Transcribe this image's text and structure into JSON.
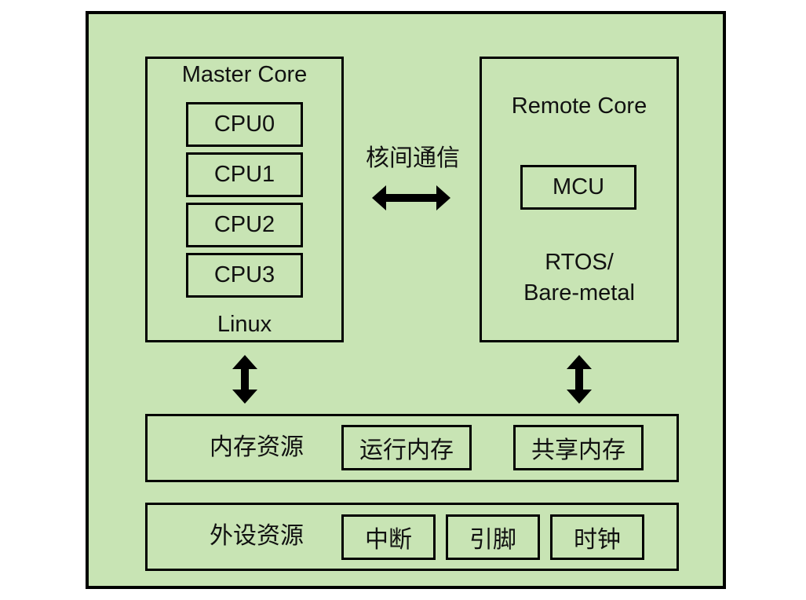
{
  "diagram": {
    "background_color": "#c8e4b4",
    "master_core": {
      "title": "Master Core",
      "cpus": [
        "CPU0",
        "CPU1",
        "CPU2",
        "CPU3"
      ],
      "os": "Linux"
    },
    "inter_core": {
      "label": "核间通信",
      "arrow": "bidirectional-horizontal"
    },
    "remote_core": {
      "title": "Remote Core",
      "unit": "MCU",
      "os_line1": "RTOS/",
      "os_line2": "Bare-metal"
    },
    "memory": {
      "label": "内存资源",
      "items": [
        "运行内存",
        "共享内存"
      ]
    },
    "peripherals": {
      "label": "外设资源",
      "items": [
        "中断",
        "引脚",
        "时钟"
      ]
    }
  }
}
